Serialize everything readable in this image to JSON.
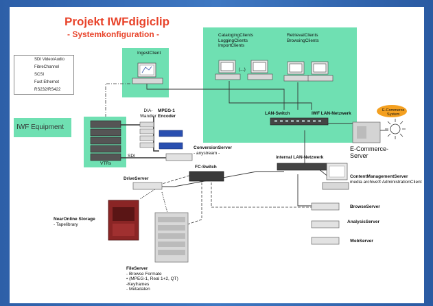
{
  "title": "Projekt IWFdigiclip",
  "subtitle": "- Systemkonfiguration -",
  "legend": [
    {
      "label": "SDI Video/Audio",
      "style": "solid-thick"
    },
    {
      "label": "FibreChannel",
      "style": "dash-long"
    },
    {
      "label": "SCSI",
      "style": "dotted"
    },
    {
      "label": "Fast Ethernet",
      "style": "solid-thin"
    },
    {
      "label": "RS232/RS422",
      "style": "dash-dot"
    }
  ],
  "equipment_label": "IWF Equipment",
  "nodes": {
    "ingest_client": "IngestClient",
    "cataloging_clients": [
      "CatalogingClients",
      "LoggingClients",
      "ImportClients"
    ],
    "retrieval_clients": [
      "RetrievalClients",
      "BrowsingClients"
    ],
    "ellipsis": "(...)",
    "da_wandler": [
      "D/A-",
      "Wandler"
    ],
    "mpeg_encoder": [
      "MPEG-1",
      "Encoder"
    ],
    "vtrs": "VTRs",
    "sdi": "SDI",
    "lan_switch": "LAN-Switch",
    "iwf_lan_netzwerk": "IWF LAN-Netzwerk",
    "ecommerce_system": [
      "E-Commerce",
      "System"
    ],
    "ecommerce_server": [
      "E-Commerce-",
      "Server"
    ],
    "conversion_server": [
      "ConversionServer",
      "- anystream -"
    ],
    "fc_switch": "FC-Switch",
    "internal_lan": "internal LAN-Netzwerk",
    "content_management": [
      "ContentManagementServer",
      "media archive® AdministrationClient"
    ],
    "drive_server": "DriveServer",
    "browse_server": "BrowseServer",
    "analysis_server": "AnalysisServer",
    "web_server": "WebServer",
    "nearonline_storage": [
      "NearOnline Storage",
      "- Tapelibrary"
    ],
    "file_server": [
      "FileServer",
      "- Browse Formate",
      "• (MPEG-1, Real 1+2, QT)",
      "-Keyframes",
      "- Metadaten"
    ]
  },
  "colors": {
    "background": "#3f78c2",
    "title": "#e8432a",
    "equipment_area": "#6fe0b2",
    "slide": "#ffffff"
  }
}
